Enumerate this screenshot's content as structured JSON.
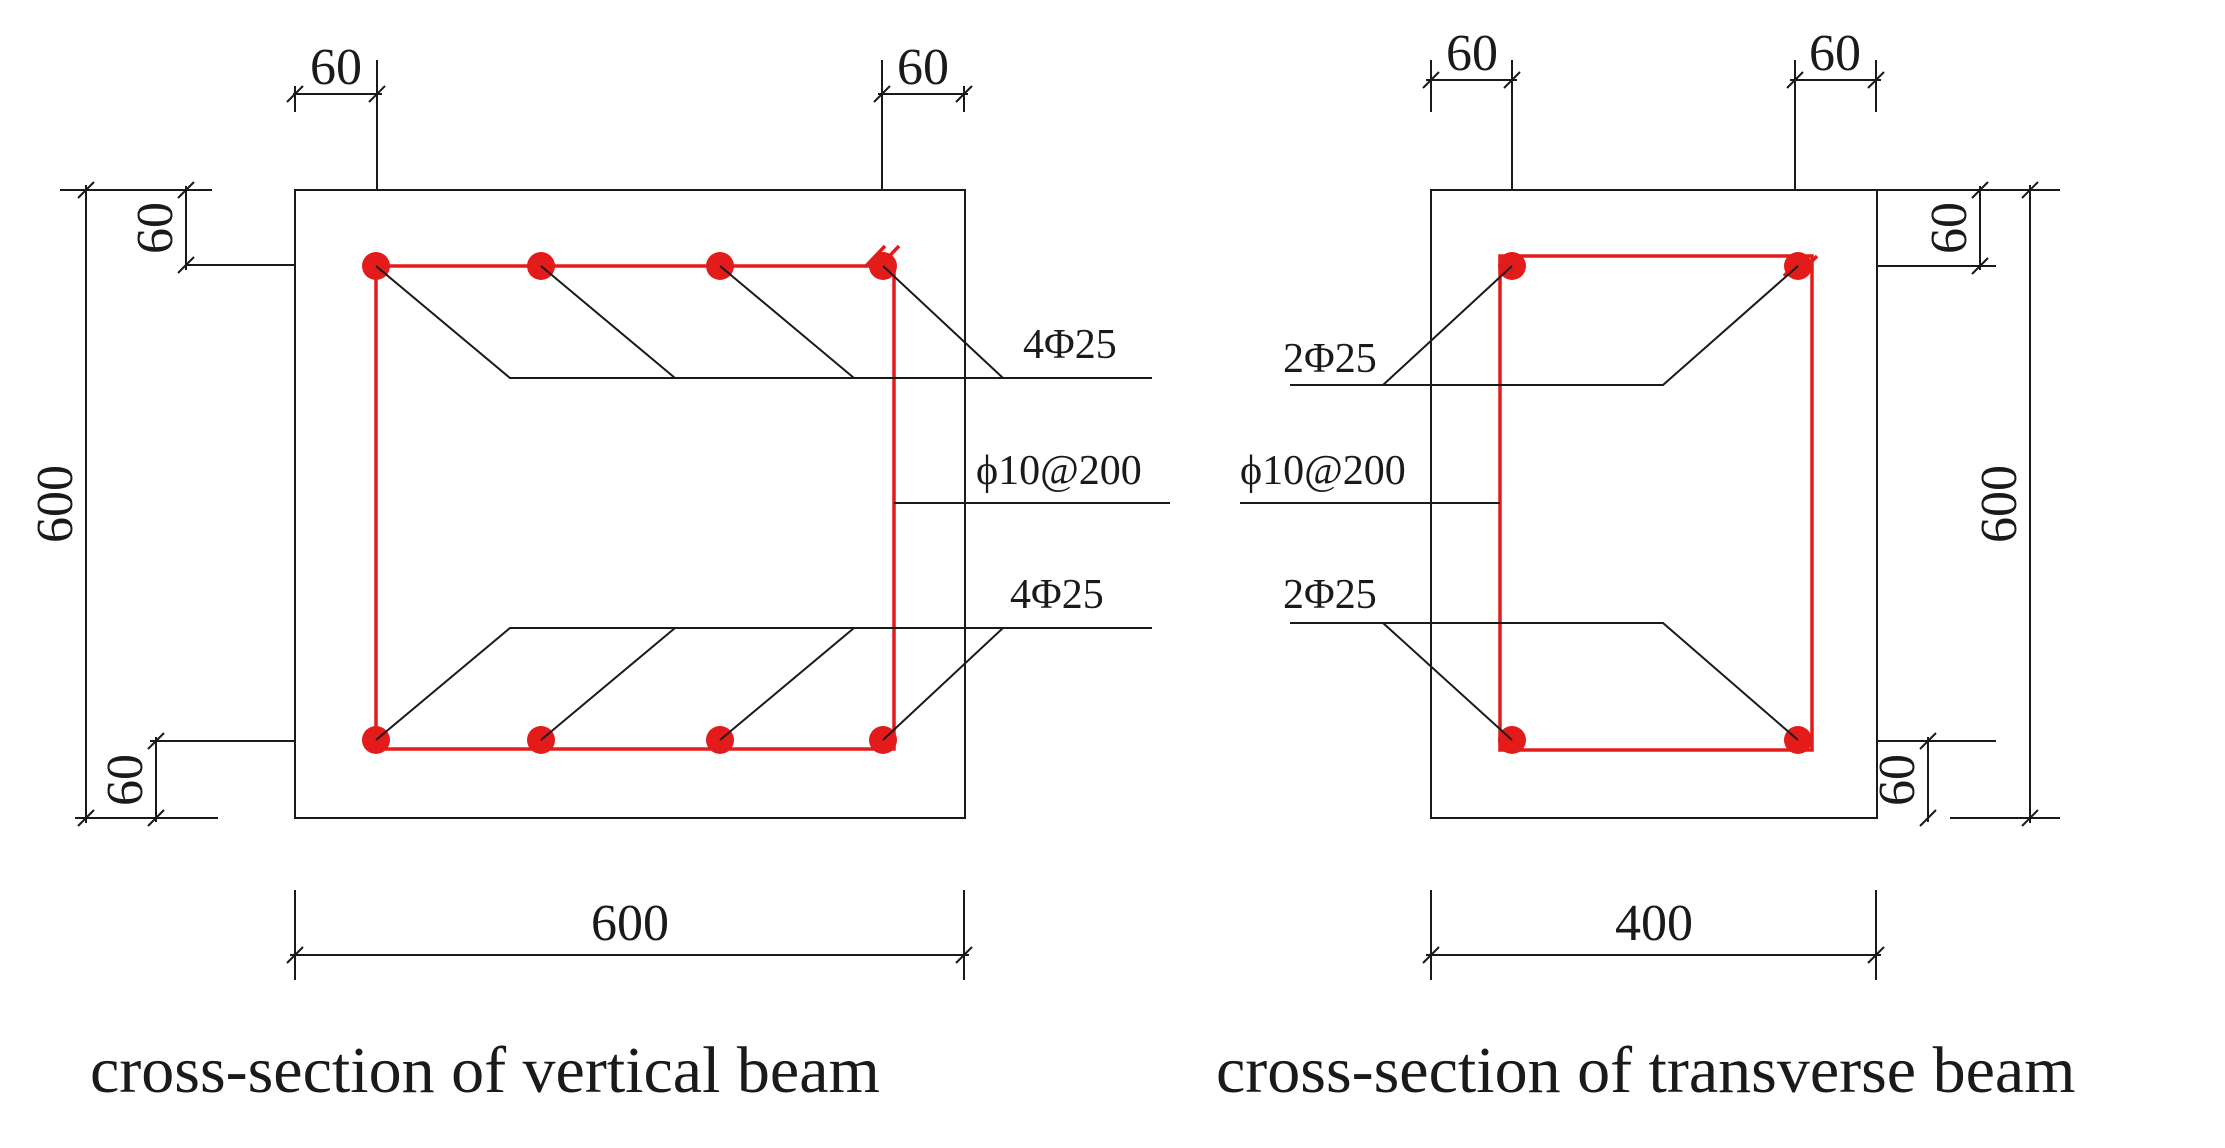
{
  "vertical_beam": {
    "caption": "cross-section of vertical beam",
    "width_dim": "600",
    "height_dim": "600",
    "cover_top_left": "60",
    "cover_top_right": "60",
    "cover_side_top": "60",
    "cover_side_bottom": "60",
    "top_rebar": "4Φ25",
    "stirrup": "ϕ10@200",
    "bottom_rebar": "4Φ25"
  },
  "transverse_beam": {
    "caption": "cross-section of transverse beam",
    "width_dim": "400",
    "height_dim": "600",
    "cover_top_left": "60",
    "cover_top_right": "60",
    "cover_side_top": "60",
    "cover_side_bottom": "60",
    "top_rebar": "2Φ25",
    "stirrup": "ϕ10@200",
    "bottom_rebar": "2Φ25"
  },
  "colors": {
    "rebar": "#e41b1b",
    "line": "#1a1a1a",
    "background": "#ffffff"
  }
}
